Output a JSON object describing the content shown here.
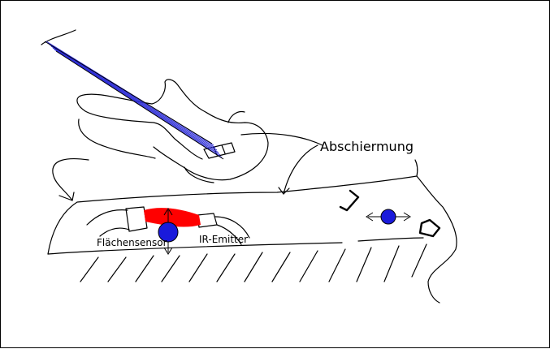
{
  "labels": {
    "shielding": "Abschiermung",
    "area_sensor": "Flächensensor",
    "ir_emitter": "IR-Emitter"
  },
  "colors": {
    "ink": "#000000",
    "strings": "#2b2bd6",
    "beam": "#ff0000",
    "ball": "#1a1adb"
  },
  "icons": {
    "arrow": "double-headed-arrow",
    "sensor": "sensor-block",
    "emitter": "emitter-block"
  }
}
